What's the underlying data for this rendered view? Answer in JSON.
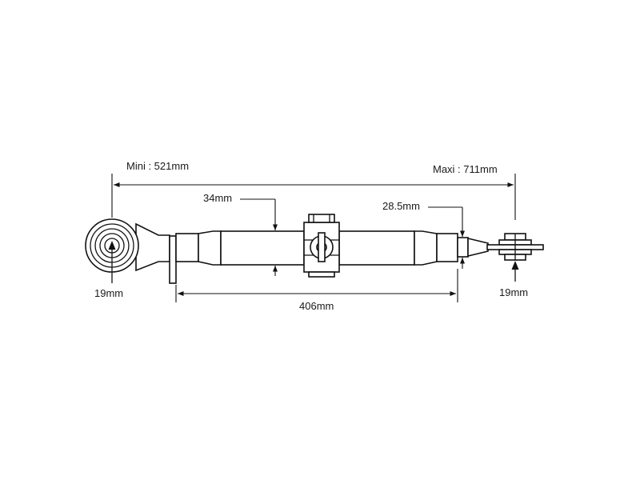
{
  "labels": {
    "mini": "Mini : 521mm",
    "maxi": "Maxi : 711mm",
    "tube_diameter": "34mm",
    "shaft_diameter": "28.5mm",
    "left_eye": "19mm",
    "right_eye": "19mm",
    "tube_length": "406mm"
  }
}
